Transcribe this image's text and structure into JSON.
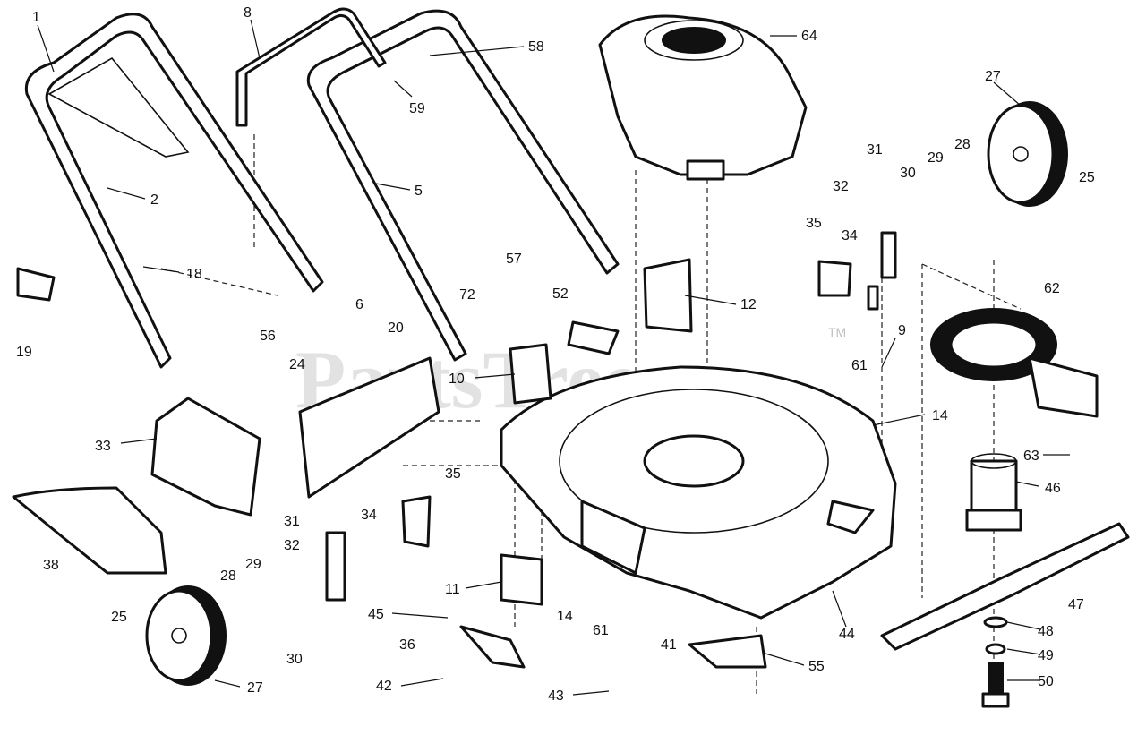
{
  "watermark": {
    "text": "PartsTree",
    "trademark": "TM"
  },
  "callouts": [
    "1",
    "8",
    "58",
    "64",
    "27",
    "2",
    "59",
    "5",
    "31",
    "28",
    "25",
    "29",
    "32",
    "30",
    "35",
    "34",
    "18",
    "6",
    "57",
    "12",
    "62",
    "72",
    "52",
    "9",
    "19",
    "56",
    "20",
    "61",
    "10",
    "14",
    "24",
    "33",
    "63",
    "35",
    "46",
    "31",
    "34",
    "32",
    "38",
    "28",
    "29",
    "11",
    "45",
    "14",
    "47",
    "25",
    "36",
    "61",
    "44",
    "48",
    "30",
    "41",
    "55",
    "49",
    "42",
    "43",
    "50",
    "27"
  ]
}
